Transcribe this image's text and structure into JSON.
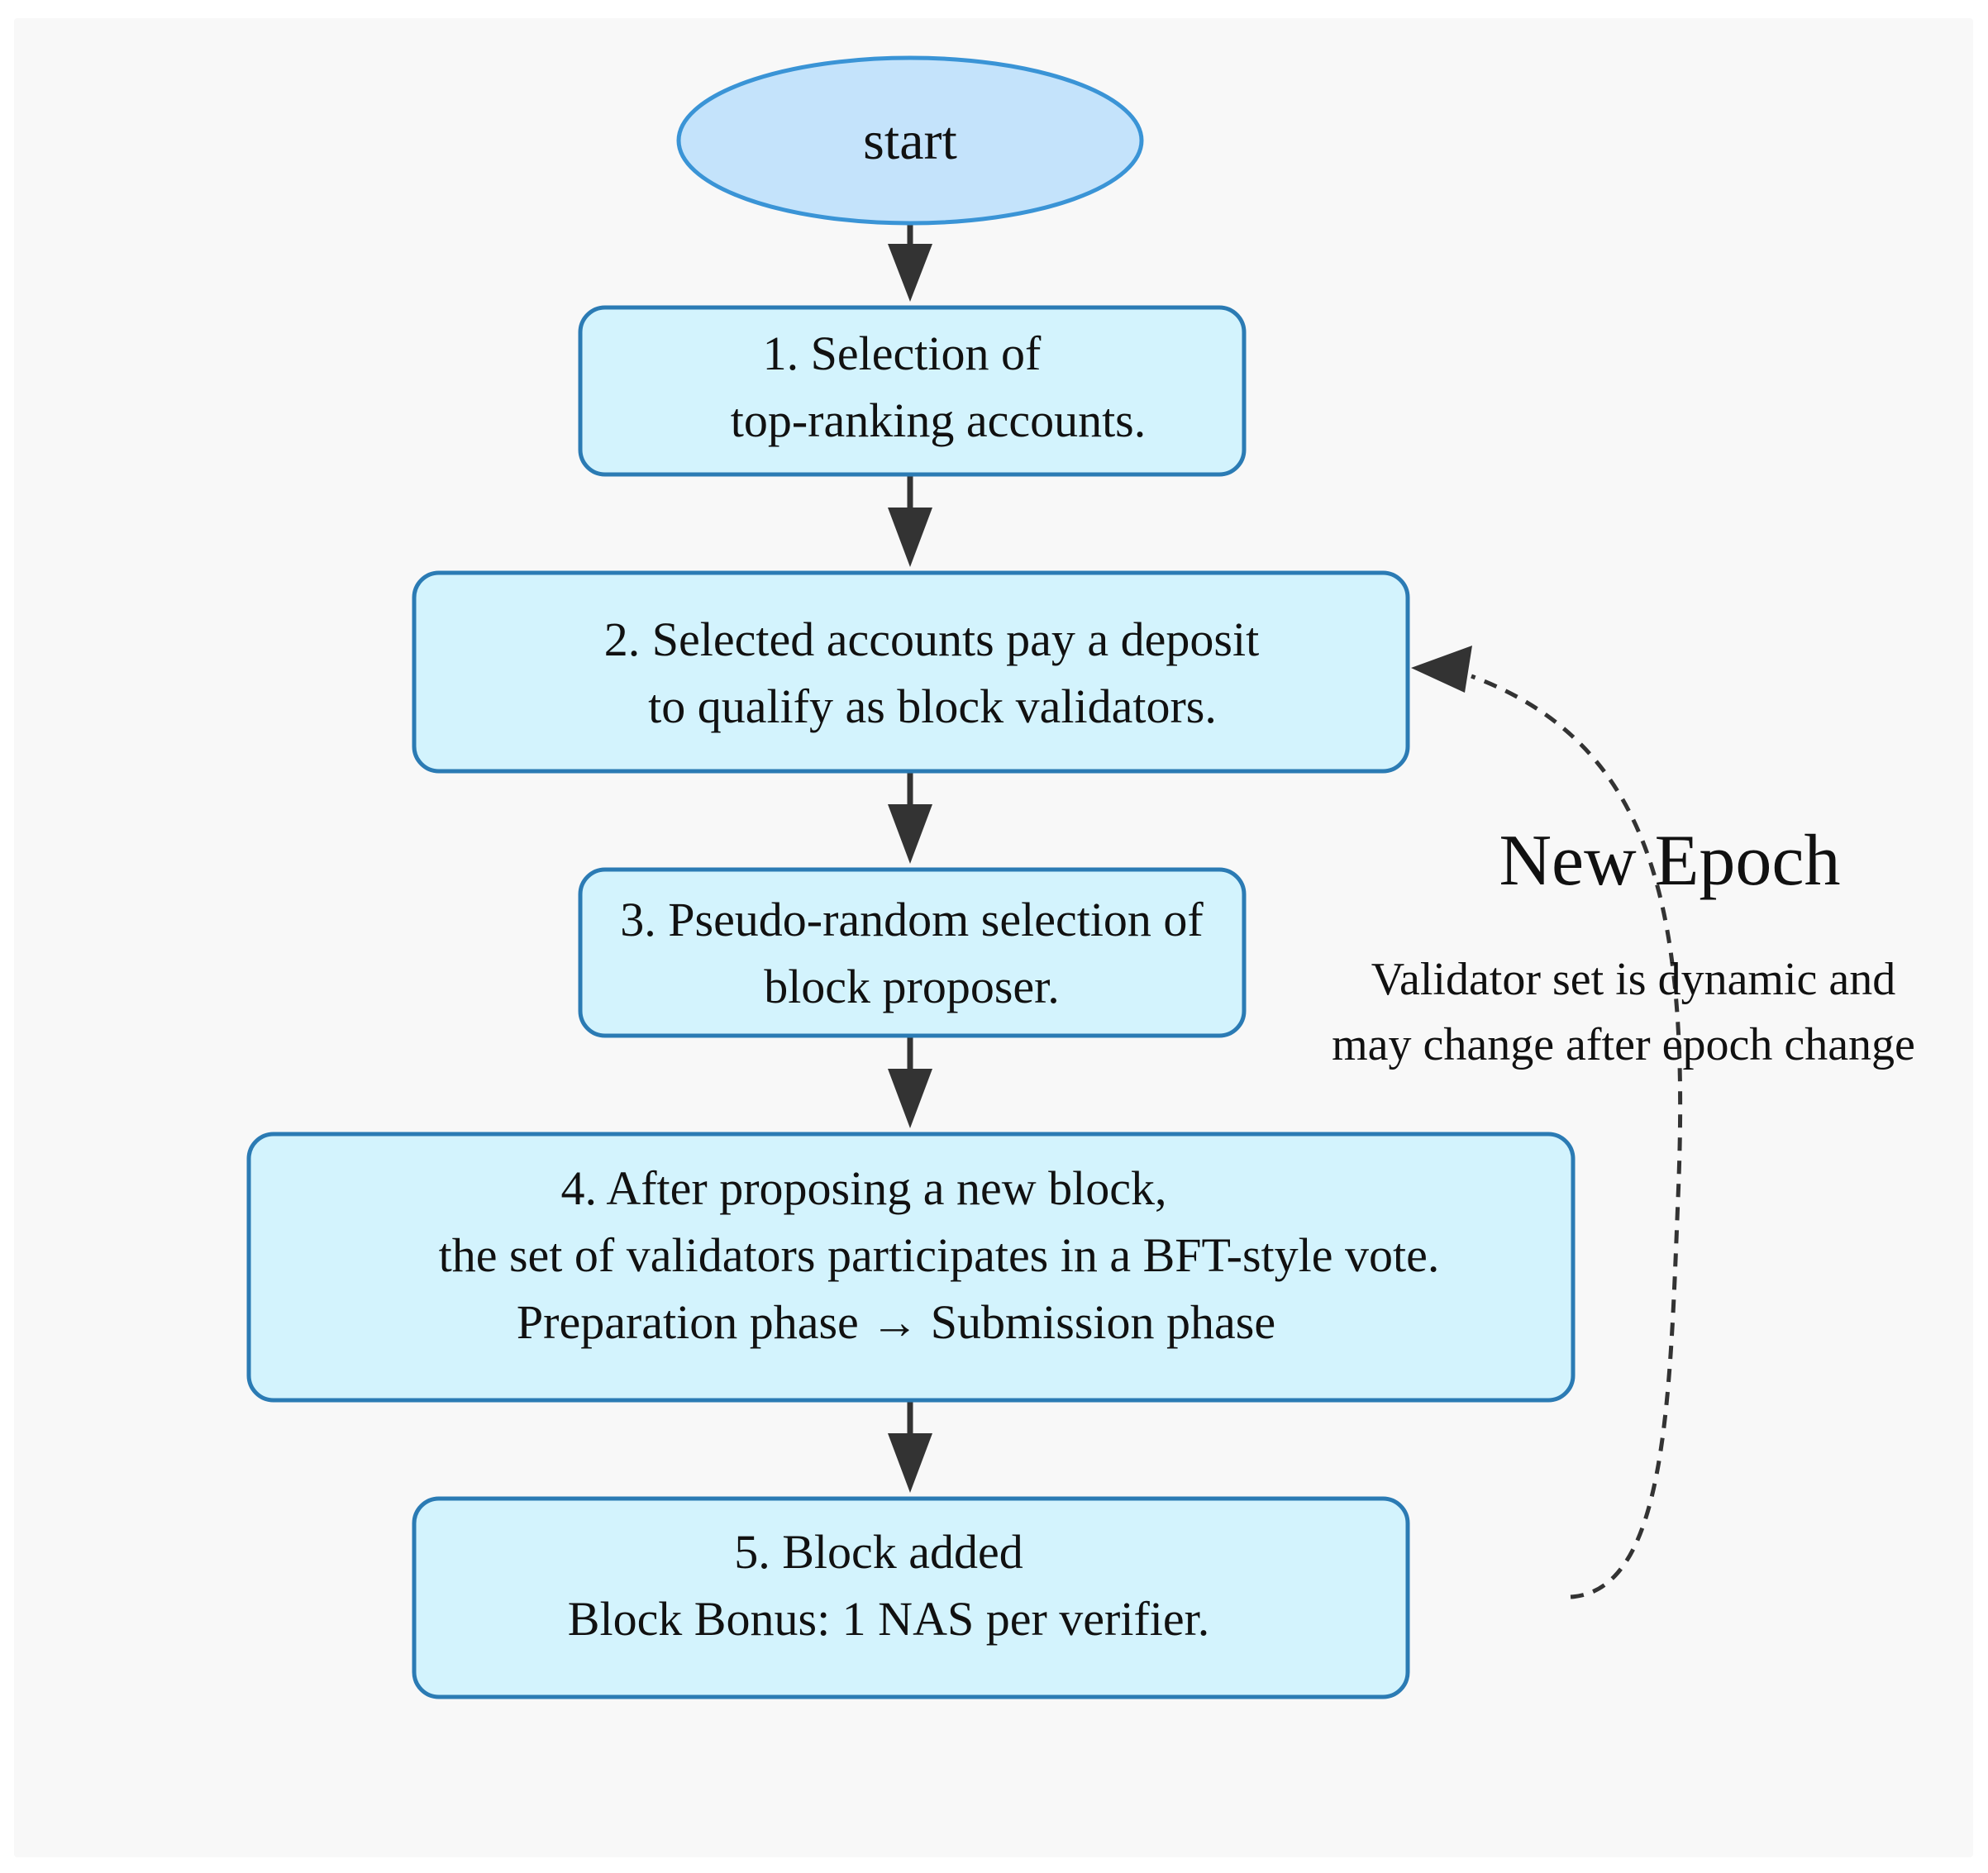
{
  "colors": {
    "background": "#f8f8f8",
    "node_fill": "#d3f3fd",
    "node_stroke": "#2b7bb4",
    "start_fill": "#c4e3fb",
    "start_stroke": "#3a94d6",
    "edge": "#333333"
  },
  "start": {
    "label": "start"
  },
  "steps": [
    {
      "lines": [
        "1. Selection of",
        "top-ranking accounts."
      ]
    },
    {
      "lines": [
        "2. Selected accounts pay a deposit",
        "to qualify as block validators."
      ]
    },
    {
      "lines": [
        "3. Pseudo-random selection of",
        "block proposer."
      ]
    },
    {
      "lines": [
        "4. After proposing a new block,",
        "the set of validators participates in a BFT-style vote.",
        "Preparation phase → Submission phase"
      ]
    },
    {
      "lines": [
        "5. Block added",
        "Block Bonus: 1 NAS per verifier."
      ]
    }
  ],
  "loop": {
    "title": "New Epoch",
    "note": [
      "Validator set is dynamic and",
      "may change after epoch change"
    ]
  }
}
